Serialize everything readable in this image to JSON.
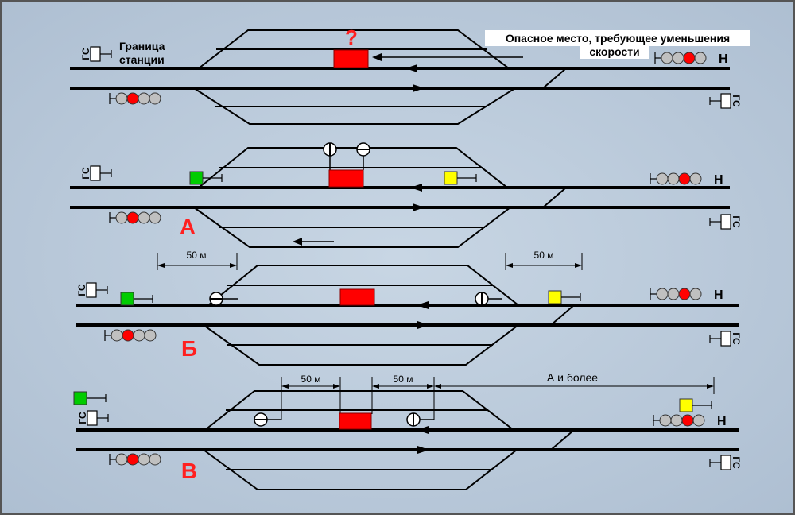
{
  "colors": {
    "background": "#b9c9da",
    "track": "#000000",
    "obstacle": "#ff0000",
    "signal_green": "#00cc00",
    "signal_yellow": "#ffff00",
    "lamp_red": "#ff0000",
    "lamp_gray": "#c0c0c0",
    "panel_letter": "#ff2020",
    "question": "#ff2020"
  },
  "top": {
    "question_mark": "?",
    "boundary_label_line1": "Граница",
    "boundary_label_line2": "станции",
    "danger_label_line1": "Опасное место, требующее уменьшения",
    "danger_label_line2": "скорости"
  },
  "signal_labels": {
    "gs": "ГС",
    "n": "Н"
  },
  "panels": {
    "a": {
      "letter": "А"
    },
    "b": {
      "letter": "Б",
      "dim_left": "50 м",
      "dim_right": "50 м"
    },
    "v": {
      "letter": "В",
      "dim_left": "50 м",
      "dim_mid": "50 м",
      "dim_right": "А и более"
    }
  }
}
